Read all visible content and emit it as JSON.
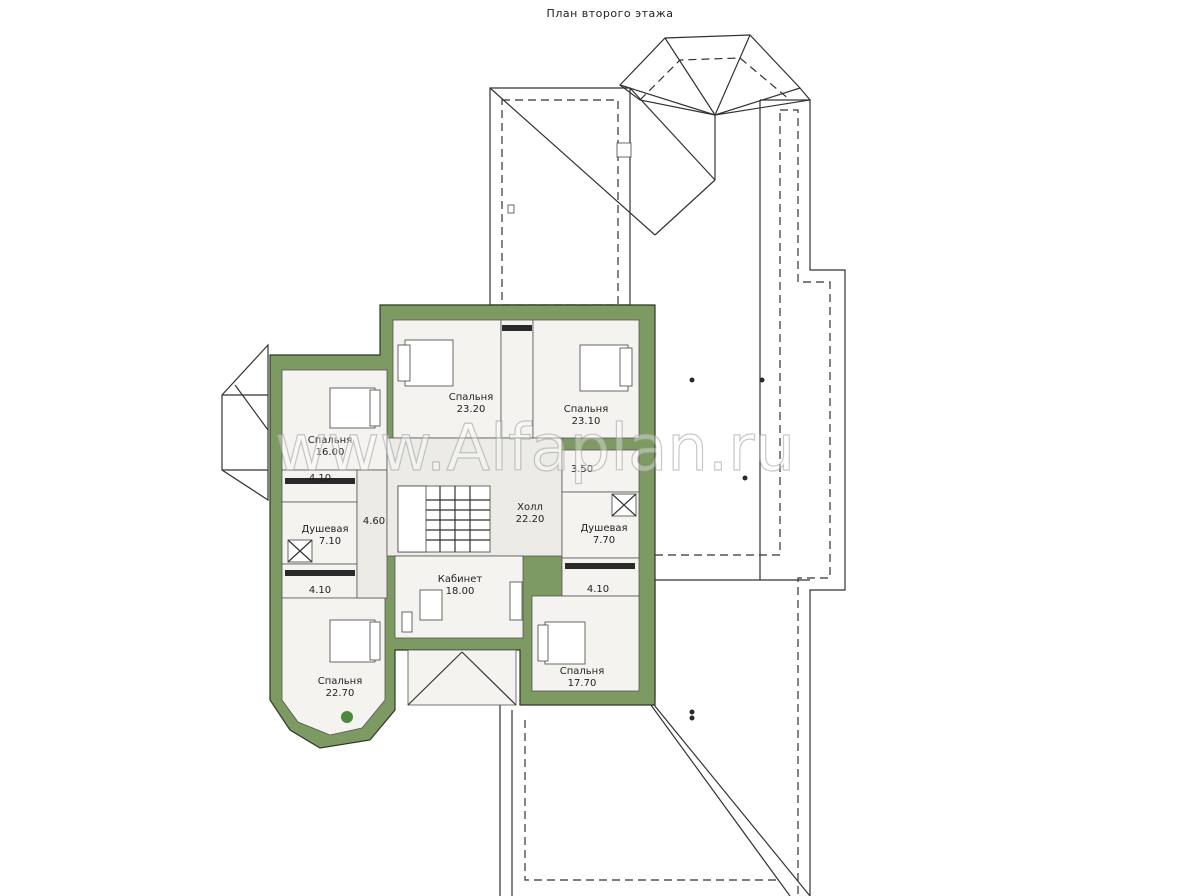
{
  "title": "План второго этажа",
  "watermark": "www.Alfaplan.ru",
  "rooms": [
    {
      "id": "bedroom-top-center",
      "name": "Спальня",
      "area": "23.20"
    },
    {
      "id": "bedroom-top-right",
      "name": "Спальня",
      "area": "23.10"
    },
    {
      "id": "bedroom-left-top",
      "name": "Спальня",
      "area": "16.00"
    },
    {
      "id": "wardrobe-left-top",
      "name": "",
      "area": "4.10"
    },
    {
      "id": "corridor-left",
      "name": "",
      "area": "4.60"
    },
    {
      "id": "shower-left",
      "name": "Душевая",
      "area": "7.10"
    },
    {
      "id": "wardrobe-left-bottom",
      "name": "",
      "area": "4.10"
    },
    {
      "id": "bedroom-bottom-left",
      "name": "Спальня",
      "area": "22.70"
    },
    {
      "id": "hall",
      "name": "Холл",
      "area": "22.20"
    },
    {
      "id": "wc-small",
      "name": "",
      "area": "3.50"
    },
    {
      "id": "shower-right",
      "name": "Душевая",
      "area": "7.70"
    },
    {
      "id": "wardrobe-right",
      "name": "",
      "area": "4.10"
    },
    {
      "id": "study",
      "name": "Кабинет",
      "area": "18.00"
    },
    {
      "id": "bedroom-bottom-right",
      "name": "Спальня",
      "area": "17.70"
    }
  ]
}
